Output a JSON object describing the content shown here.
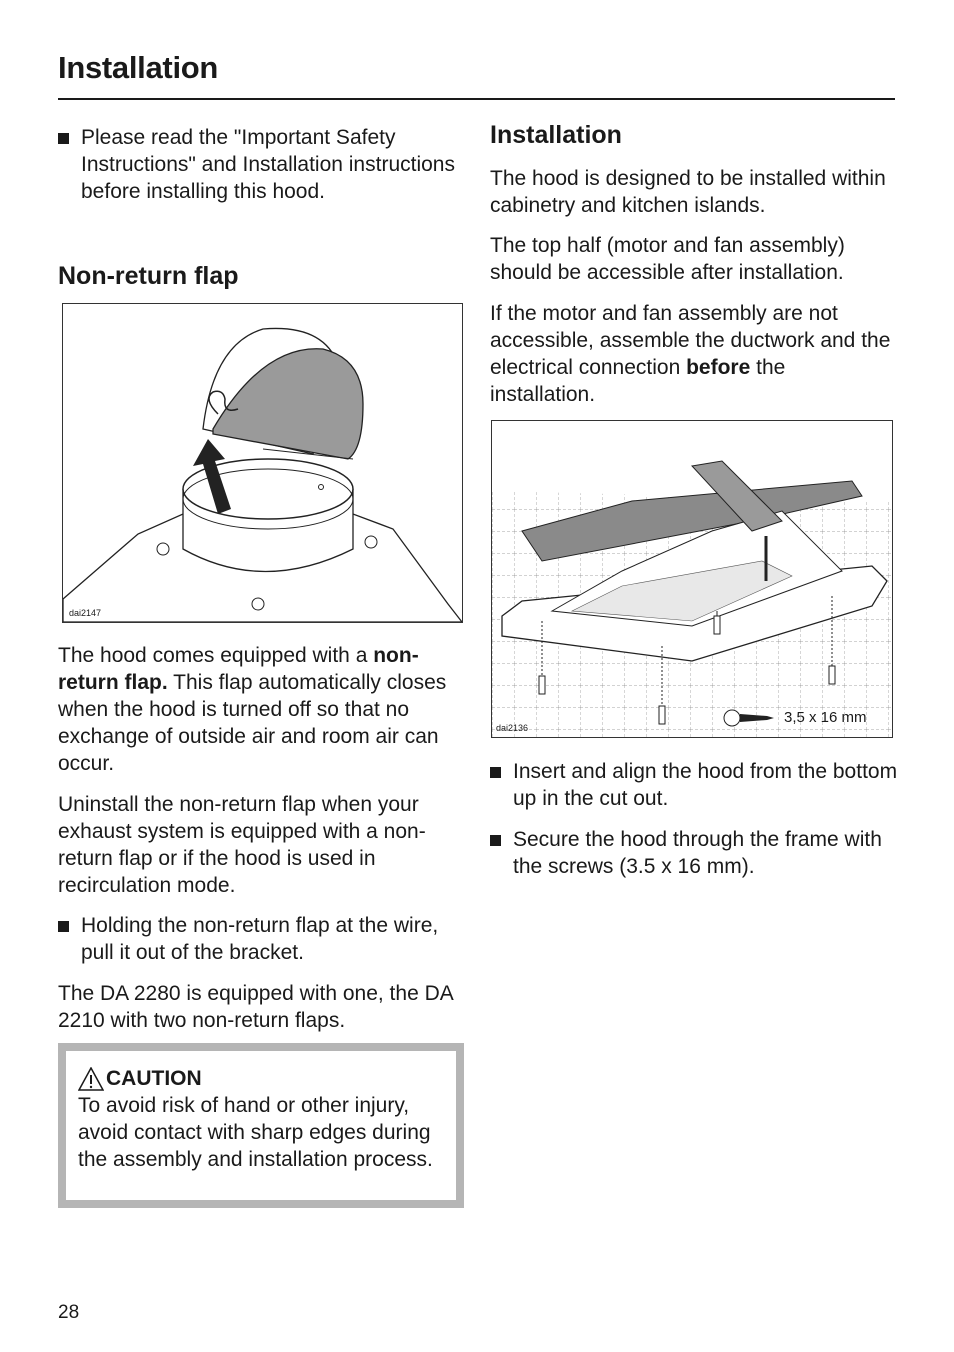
{
  "header": {
    "title": "Installation"
  },
  "left": {
    "intro_bullet": "Please read the \"Important Safety Instructions\" and Installation instructions before installing this hood.",
    "section_title": "Non-return flap",
    "figure_id": "dai2147",
    "para1_pre": "The hood comes equipped with a ",
    "para1_bold": "non-return flap.",
    "para1_post": " This flap automatically closes when the hood is turned off so that no exchange of outside air and room air can occur.",
    "para2": "Uninstall the non-return flap when your exhaust system is equipped with a non-return flap or if the hood is used in recirculation mode.",
    "bullet": "Holding the non-return flap at the wire, pull it out of the bracket.",
    "para3": "The DA 2280 is equipped with one, the DA 2210 with two non-return flaps.",
    "caution_title": "CAUTION",
    "caution_text": "To avoid risk of hand or other injury, avoid contact with sharp edges during the assembly and installation process."
  },
  "right": {
    "section_title": "Installation",
    "para1": "The hood is designed to be installed within cabinetry and kitchen islands.",
    "para2": "The top half (motor and fan assembly) should be accessible after installation.",
    "para3_pre": "If the motor and fan assembly are not accessible, assemble the ductwork and the electrical connection ",
    "para3_bold": "before",
    "para3_post": " the installation.",
    "figure_id": "dai2136",
    "screw_label": "3,5 x 16 mm",
    "bullet1": "Insert and align the hood from the bottom up in the cut out.",
    "bullet2": "Secure the hood through the frame with the screws (3.5 x 16 mm)."
  },
  "footer": {
    "page_number": "28"
  }
}
